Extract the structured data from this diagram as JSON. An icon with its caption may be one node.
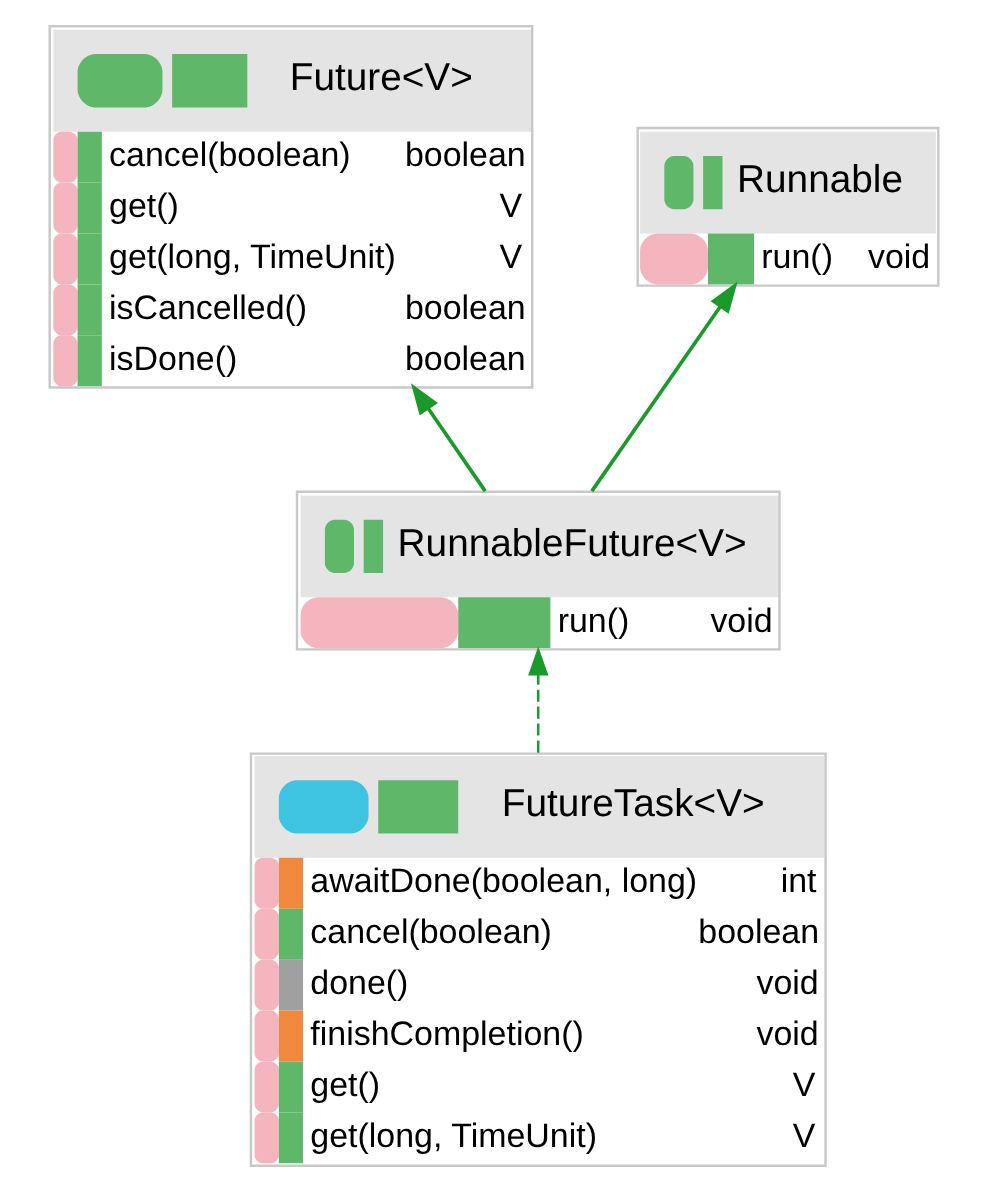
{
  "diagram": {
    "nodes": [
      {
        "text": [
          "Future<V>",
          "cancel(boolean)",
          "boolean",
          "get()",
          "V",
          "get(long, TimeUnit)",
          "V",
          "isCancelled()",
          "boolean",
          "isDone()",
          "boolean"
        ]
      },
      {
        "text": [
          "Runnable",
          "run()",
          "void"
        ]
      },
      {
        "text": [
          "RunnableFuture<V>",
          "run()",
          "void"
        ]
      },
      {
        "text": [
          "FutureTask<V>",
          "awaitDone(boolean, long)",
          "int",
          "cancel(boolean)",
          "boolean",
          "done()",
          "void",
          "finishCompletion()",
          "void",
          "get()",
          "V",
          "get(long, TimeUnit)",
          "V"
        ]
      }
    ],
    "edges": [
      {
        "from": 2,
        "to": 0,
        "arrow": "to"
      },
      {
        "from": 2,
        "to": 1,
        "arrow": "to"
      },
      {
        "from": 3,
        "to": 2,
        "arrow": "to",
        "style": "dashed"
      }
    ]
  }
}
